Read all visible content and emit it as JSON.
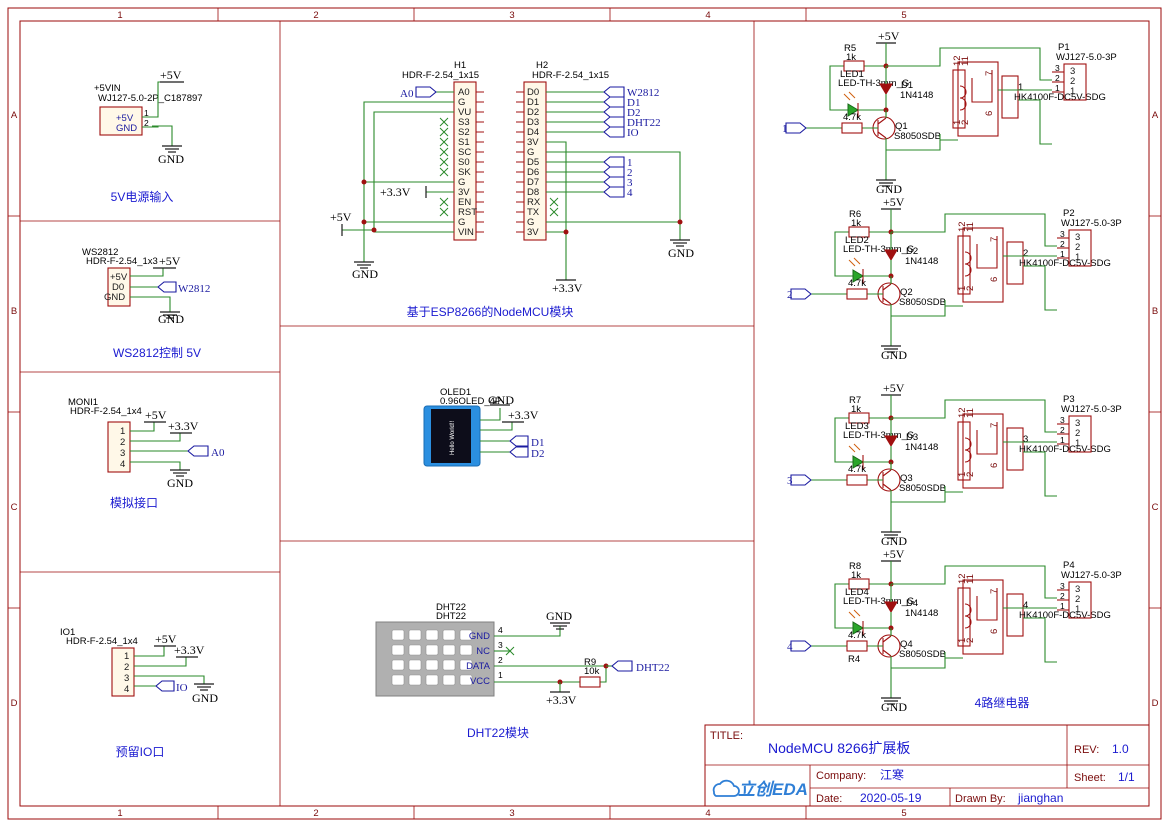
{
  "grid": {
    "cols": [
      "1",
      "2",
      "3",
      "4",
      "5"
    ],
    "rows": [
      "A",
      "B",
      "C",
      "D"
    ]
  },
  "title_block": {
    "title_label": "TITLE:",
    "title": "NodeMCU 8266扩展板",
    "rev_label": "REV:",
    "rev": "1.0",
    "company_label": "Company:",
    "company": "江寒",
    "sheet_label": "Sheet:",
    "sheet": "1/1",
    "date_label": "Date:",
    "date": "2020-05-19",
    "drawn_label": "Drawn By:",
    "drawn": "jianghan",
    "logo": "立创EDA"
  },
  "power_input": {
    "caption": "5V电源输入",
    "ref": "+5VIN",
    "part": "WJ127-5.0-2P_C187897",
    "pins": [
      "+5V",
      "GND"
    ],
    "pin_nums": [
      "1",
      "2"
    ],
    "vcc": "+5V",
    "gnd": "GND"
  },
  "ws2812": {
    "caption": "WS2812控制 5V",
    "ref": "WS2812",
    "part": "HDR-F-2.54_1x3",
    "pins": [
      "+5V",
      "D0",
      "GND"
    ],
    "vcc": "+5V",
    "gnd": "GND",
    "net": "W2812"
  },
  "analog": {
    "caption": "模拟接口",
    "ref": "MONI1",
    "part": "HDR-F-2.54_1x4",
    "pins": [
      "1",
      "2",
      "3",
      "4"
    ],
    "vcc5": "+5V",
    "vcc33": "+3.3V",
    "gnd": "GND",
    "net": "A0"
  },
  "io": {
    "caption": "预留IO口",
    "ref": "IO1",
    "part": "HDR-F-2.54_1x4",
    "pins": [
      "1",
      "2",
      "3",
      "4"
    ],
    "vcc5": "+5V",
    "vcc33": "+3.3V",
    "gnd": "GND",
    "net": "IO"
  },
  "nodemcu": {
    "caption": "基于ESP8266的NodeMCU模块",
    "h1_ref": "H1",
    "h1_part": "HDR-F-2.54_1x15",
    "h1_pins": [
      "A0",
      "G",
      "VU",
      "S3",
      "S2",
      "S1",
      "SC",
      "S0",
      "SK",
      "G",
      "3V",
      "EN",
      "RST",
      "G",
      "VIN"
    ],
    "h2_ref": "H2",
    "h2_part": "HDR-F-2.54_1x15",
    "h2_pins": [
      "D0",
      "D1",
      "D2",
      "D3",
      "D4",
      "3V",
      "G",
      "D5",
      "D6",
      "D7",
      "D8",
      "RX",
      "TX",
      "G",
      "3V"
    ],
    "net_a0": "A0",
    "vcc33": "+3.3V",
    "vcc5": "+5V",
    "gnd": "GND",
    "h2_nets_top": [
      "W2812",
      "D1",
      "D2",
      "DHT22",
      "IO"
    ],
    "h2_nets_mid": [
      "1",
      "2",
      "3",
      "4"
    ]
  },
  "oled": {
    "ref": "OLED1",
    "part": "0.96OLED_4P",
    "screen_text": "Hello World!!",
    "gnd": "GND",
    "vcc33": "+3.3V",
    "nets": [
      "D1",
      "D2"
    ]
  },
  "dht22": {
    "caption": "DHT22模块",
    "ref": "DHT22",
    "part": "DHT22",
    "pins": [
      "GND",
      "NC",
      "DATA",
      "VCC"
    ],
    "pin_nums": [
      "4",
      "3",
      "2",
      "1"
    ],
    "gnd": "GND",
    "vcc33": "+3.3V",
    "r_ref": "R9",
    "r_val": "10k",
    "net": "DHT22"
  },
  "relays": {
    "caption": "4路继电器",
    "channels": [
      {
        "r_top": "R5",
        "r_top_val": "1k",
        "led": "LED1",
        "led_part": "LED-TH-3mm_G",
        "diode": "D1",
        "diode_part": "1N4148",
        "q": "Q1",
        "q_part": "S8050SDB",
        "r_base_val": "4.7k",
        "r_base": "",
        "relay": "1",
        "relay_part": "HK4100F-DC5V-SDG",
        "p_ref": "P1",
        "p_part": "WJ127-5.0-3P",
        "input": "1"
      },
      {
        "r_top": "R6",
        "r_top_val": "1k",
        "led": "LED2",
        "led_part": "LED-TH-3mm_G",
        "diode": "D2",
        "diode_part": "1N4148",
        "q": "Q2",
        "q_part": "S8050SDB",
        "r_base_val": "4.7k",
        "r_base": "",
        "relay": "2",
        "relay_part": "HK4100F-DC5V-SDG",
        "p_ref": "P2",
        "p_part": "WJ127-5.0-3P",
        "input": "2"
      },
      {
        "r_top": "R7",
        "r_top_val": "1k",
        "led": "LED3",
        "led_part": "LED-TH-3mm_G",
        "diode": "D3",
        "diode_part": "1N4148",
        "q": "Q3",
        "q_part": "S8050SDB",
        "r_base_val": "4.7k",
        "r_base": "",
        "relay": "3",
        "relay_part": "HK4100F-DC5V-SDG",
        "p_ref": "P3",
        "p_part": "WJ127-5.0-3P",
        "input": "3"
      },
      {
        "r_top": "R8",
        "r_top_val": "1k",
        "led": "LED4",
        "led_part": "LED-TH-3mm_G",
        "diode": "D4",
        "diode_part": "1N4148",
        "q": "Q4",
        "q_part": "S8050SDB",
        "r_base_val": "4.7k",
        "r_base": "R4",
        "relay": "4",
        "relay_part": "HK4100F-DC5V-SDG",
        "p_ref": "P4",
        "p_part": "WJ127-5.0-3P",
        "input": "4"
      }
    ],
    "vcc5": "+5V",
    "gnd": "GND",
    "term_pins": [
      "3",
      "2",
      "1"
    ],
    "relay_pins": [
      "12",
      "11",
      "7",
      "1",
      "2",
      "6"
    ]
  },
  "colors": {
    "frame": "#9b0a0a",
    "wire": "#2a8a2a",
    "component": "#a01010",
    "net_label": "#1a1aa0",
    "caption": "#1a1ad0"
  }
}
